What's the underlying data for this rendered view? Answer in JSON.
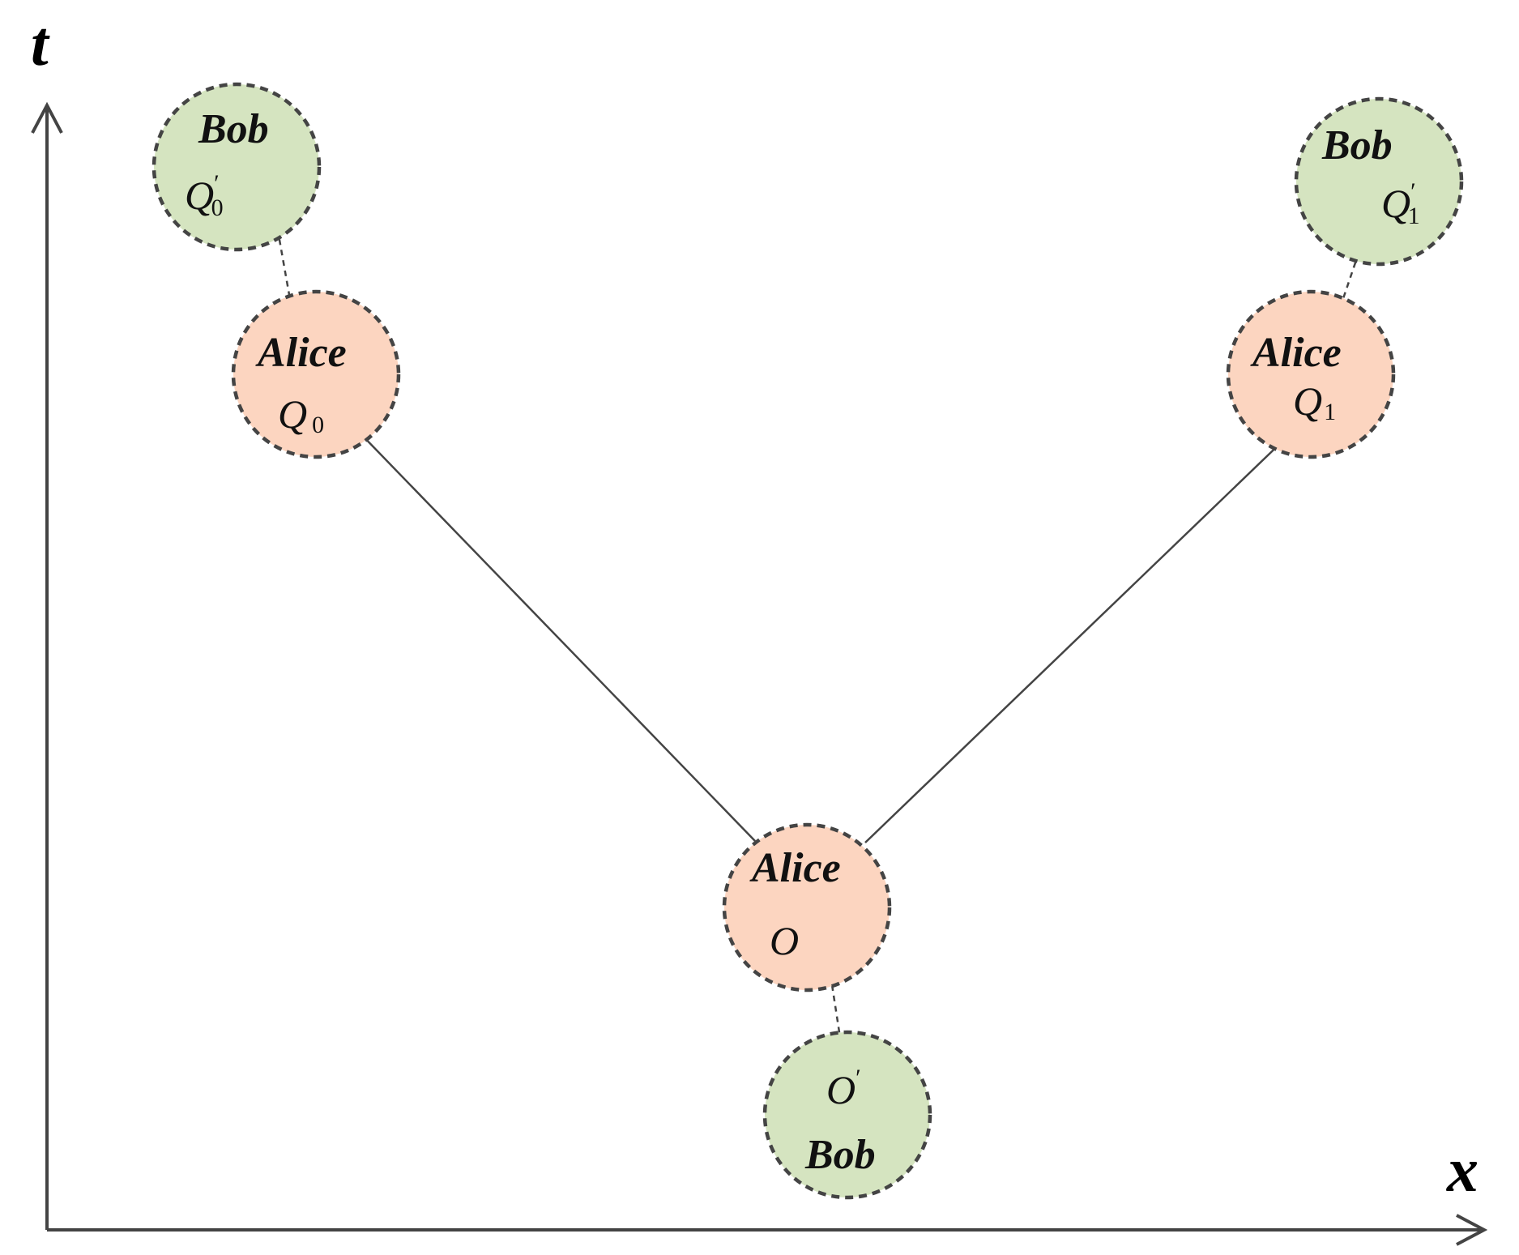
{
  "axes": {
    "t_label": "t",
    "x_label": "x"
  },
  "nodes": {
    "bob_q0": {
      "name": "Bob",
      "point": "Q",
      "sub": "0",
      "prime": "′"
    },
    "alice_q0": {
      "name": "Alice",
      "point": "Q",
      "sub": "0"
    },
    "bob_q1": {
      "name": "Bob",
      "point": "Q",
      "sub": "1",
      "prime": "′"
    },
    "alice_q1": {
      "name": "Alice",
      "point": "Q",
      "sub": "1"
    },
    "alice_o": {
      "name": "Alice",
      "point": "O"
    },
    "bob_o": {
      "name": "Bob",
      "point": "O",
      "prime": "′"
    }
  },
  "colors": {
    "alice_fill": "#fcd5c0",
    "bob_fill": "#d5e4c0",
    "outline": "#444444",
    "line": "#444444"
  }
}
